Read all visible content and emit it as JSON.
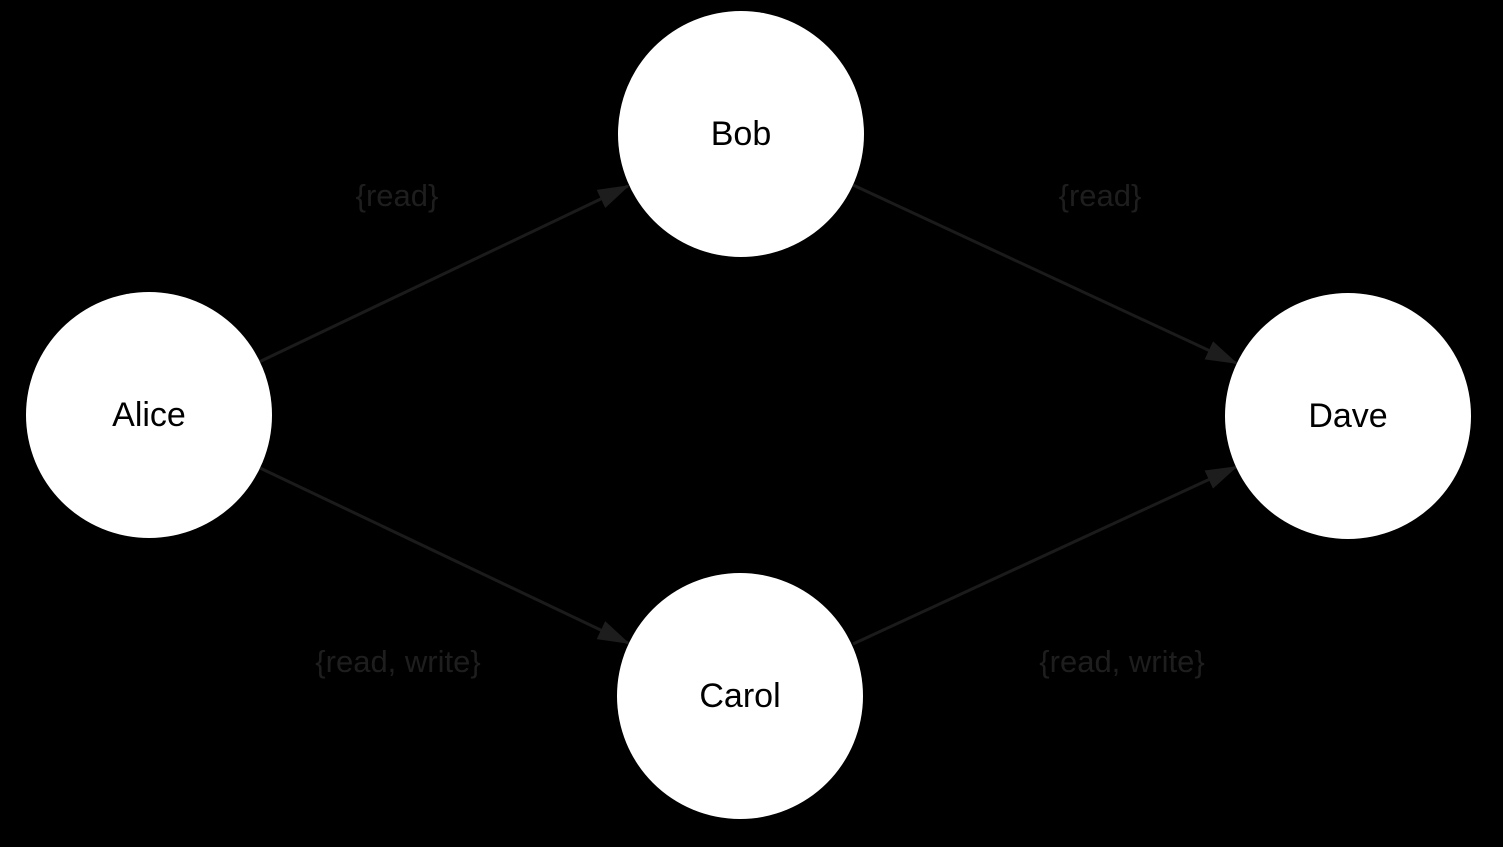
{
  "diagram": {
    "type": "directed-graph",
    "colors": {
      "background": "#000000",
      "node_fill": "#ffffff",
      "node_text": "#000000",
      "edge_stroke": "#1b1b1b",
      "edge_label_text": "#1e1e1e"
    },
    "nodes": [
      {
        "id": "alice",
        "label": "Alice"
      },
      {
        "id": "bob",
        "label": "Bob"
      },
      {
        "id": "carol",
        "label": "Carol"
      },
      {
        "id": "dave",
        "label": "Dave"
      }
    ],
    "edges": [
      {
        "from": "Alice",
        "to": "Bob",
        "label": "{read}"
      },
      {
        "from": "Bob",
        "to": "Dave",
        "label": "{read}"
      },
      {
        "from": "Alice",
        "to": "Carol",
        "label": "{read, write}"
      },
      {
        "from": "Carol",
        "to": "Dave",
        "label": "{read, write}"
      }
    ]
  }
}
